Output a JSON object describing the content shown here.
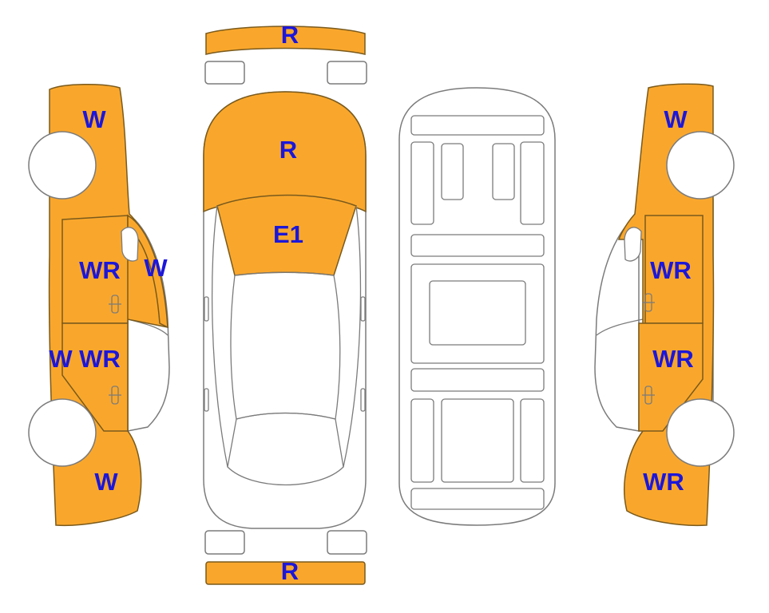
{
  "colors": {
    "damage_fill": "#f9a72c",
    "label_text": "#1c17d9",
    "outline": "#7b7b7b",
    "background": "#ffffff"
  },
  "labels": {
    "left_front_fender": "W",
    "left_front_door": "WR",
    "left_front_window": "W",
    "left_rocker": "W",
    "left_rear_door": "WR",
    "left_rear_fender": "W",
    "front_bumper": "R",
    "hood": "R",
    "windshield": "E1",
    "rear_bumper": "R",
    "right_front_fender": "W",
    "right_front_door": "WR",
    "right_rear_door": "WR",
    "right_rear_fender": "WR"
  }
}
